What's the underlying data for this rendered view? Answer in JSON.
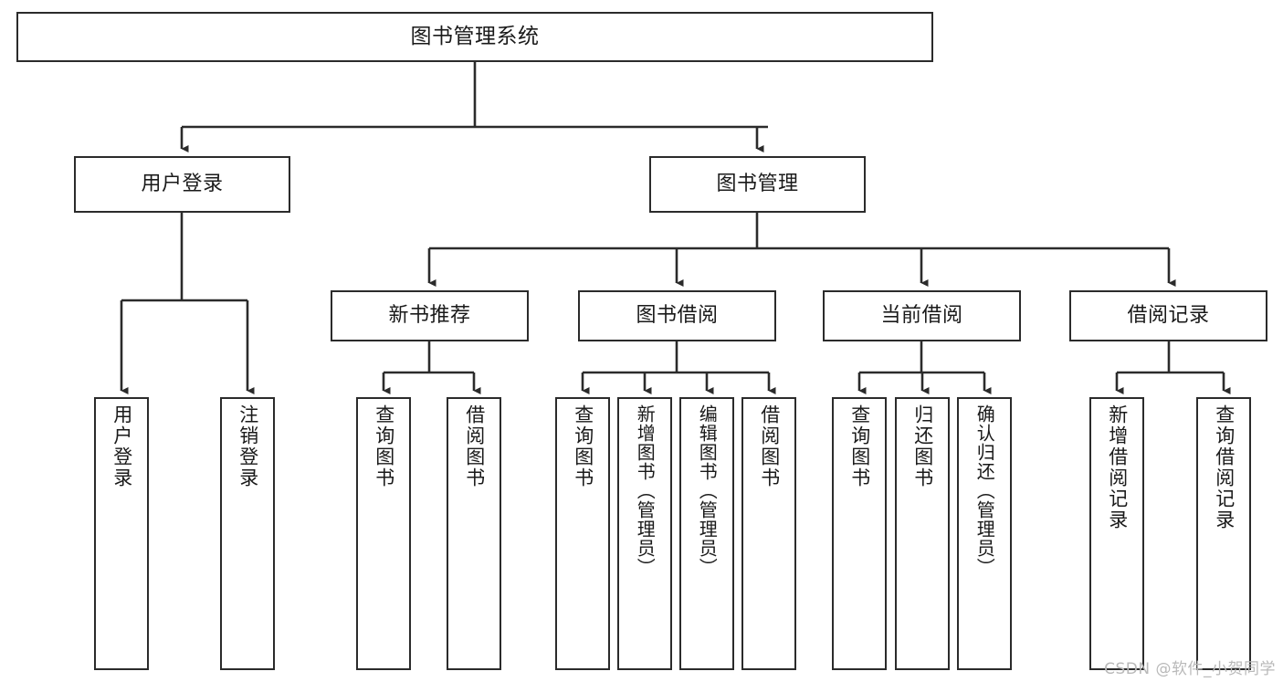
{
  "diagram": {
    "title": "图书管理系统",
    "type": "tree-hierarchy",
    "watermark": "CSDN @软件_小贺同学",
    "line_color": "#2b2b2b",
    "box_fill": "#ffffff",
    "text_color": "#1a1a1a",
    "watermark_color": "#b9b9b9"
  },
  "nodes": {
    "root": {
      "label": "图书管理系统"
    },
    "level1": [
      {
        "id": "user-login",
        "label": "用户登录"
      },
      {
        "id": "book-manage",
        "label": "图书管理"
      }
    ],
    "level2": [
      {
        "id": "new-book-recommend",
        "label": "新书推荐"
      },
      {
        "id": "book-borrow",
        "label": "图书借阅"
      },
      {
        "id": "current-borrow",
        "label": "当前借阅"
      },
      {
        "id": "borrow-record",
        "label": "借阅记录"
      }
    ],
    "leaves": {
      "user_login": [
        {
          "id": "leaf-user-login",
          "label": "用户登录"
        },
        {
          "id": "leaf-logout",
          "label": "注销登录"
        }
      ],
      "new_book_recommend": [
        {
          "id": "leaf-query-book-1",
          "label": "查询图书"
        },
        {
          "id": "leaf-borrow-book-1",
          "label": "借阅图书"
        }
      ],
      "book_borrow": [
        {
          "id": "leaf-query-book-2",
          "label": "查询图书"
        },
        {
          "id": "leaf-add-book",
          "label": "新增图书（管理员）"
        },
        {
          "id": "leaf-edit-book",
          "label": "编辑图书（管理员）"
        },
        {
          "id": "leaf-borrow-book-2",
          "label": "借阅图书"
        }
      ],
      "current_borrow": [
        {
          "id": "leaf-query-book-3",
          "label": "查询图书"
        },
        {
          "id": "leaf-return-book",
          "label": "归还图书"
        },
        {
          "id": "leaf-confirm-return",
          "label": "确认归还（管理员）"
        }
      ],
      "borrow_record": [
        {
          "id": "leaf-add-record",
          "label": "新增借阅记录"
        },
        {
          "id": "leaf-query-record",
          "label": "查询借阅记录"
        }
      ]
    }
  }
}
